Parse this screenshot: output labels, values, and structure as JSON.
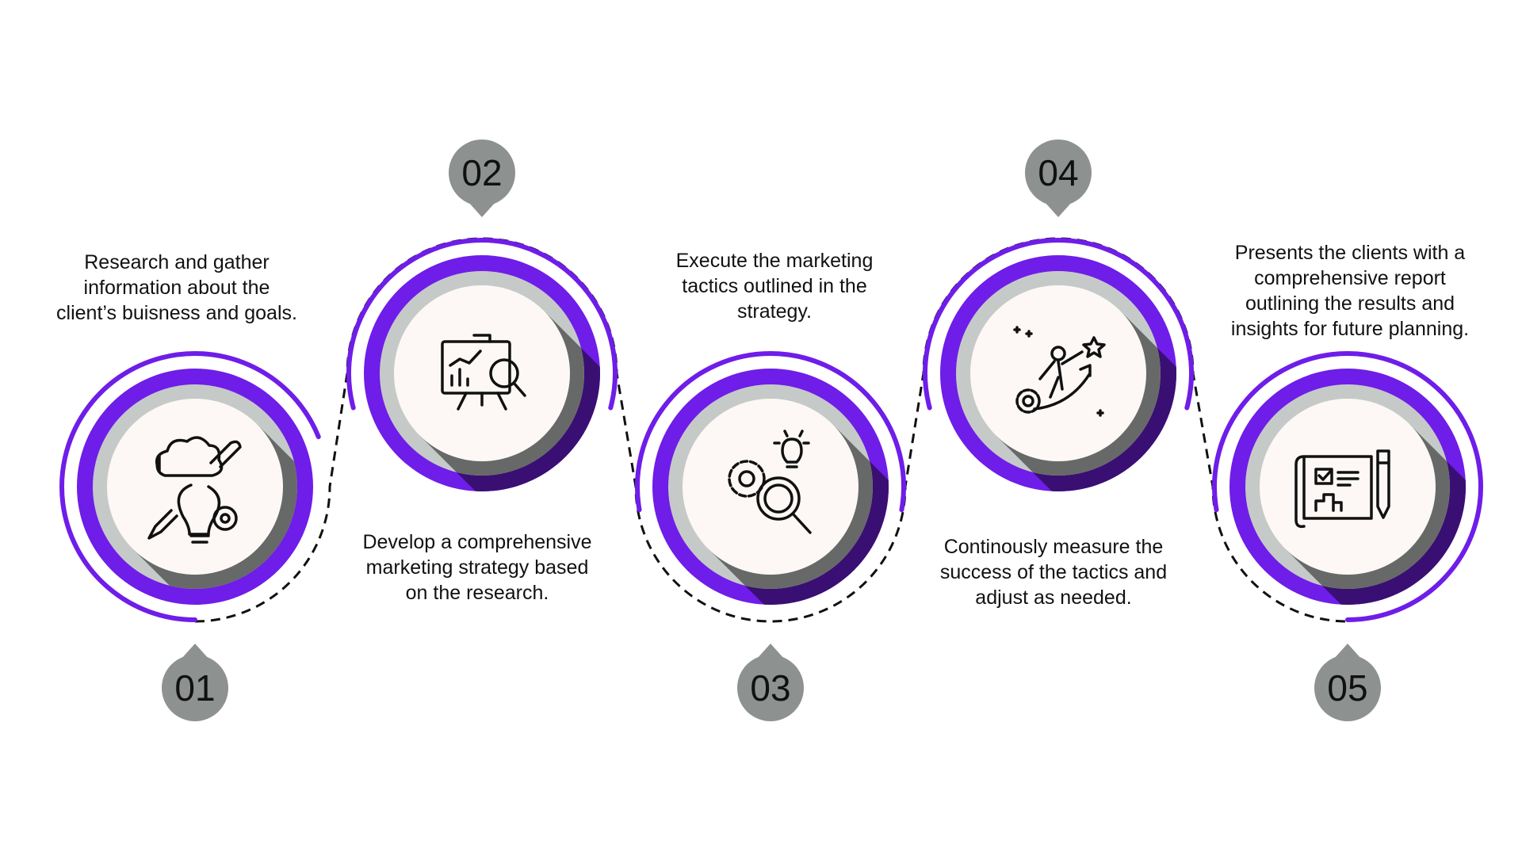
{
  "colors": {
    "purple": "#6f1de8",
    "purple_dark": "#3a0f73",
    "ring_gray": "#c5cac8",
    "ring_gray_dark": "#676968",
    "center": "#fdf8f5",
    "badge": "#8d918f"
  },
  "steps": [
    {
      "number": "01",
      "icon": "brainstorm-bulb-pencil-gear-icon",
      "text": "Research and gather\ninformation about the\nclient’s buisness and goals."
    },
    {
      "number": "02",
      "icon": "presentation-chart-magnifier-icon",
      "text": "Develop a comprehensive\nmarketing strategy based\non the research."
    },
    {
      "number": "03",
      "icon": "gears-magnifier-bulb-icon",
      "text": "Execute the marketing\ntactics outlined in the\nstrategy."
    },
    {
      "number": "04",
      "icon": "person-climbing-arrow-star-icon",
      "text": "Continously measure the\nsuccess of the tactics and\nadjust as needed."
    },
    {
      "number": "05",
      "icon": "blueprint-report-pencil-icon",
      "text": "Presents the clients with a\ncomprehensive report\noutlining the results and\ninsights for future planning."
    }
  ]
}
